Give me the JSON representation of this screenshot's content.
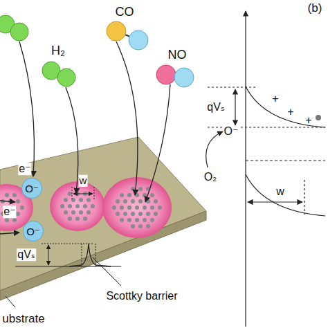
{
  "diagram": {
    "nodes": [
      {
        "text": [
          "O⁻"
        ]
      },
      {
        "text": [
          "O⁻"
        ]
      }
    ],
    "labels": [
      "(b)",
      "H₂",
      "CO",
      "NO",
      "e⁻",
      "e⁻",
      "w",
      "qVₛ",
      "Scottky barrier",
      "ubstrate",
      "qVₛ",
      "+",
      "+",
      "+",
      "O₂",
      "O⁻",
      "w"
    ]
  }
}
